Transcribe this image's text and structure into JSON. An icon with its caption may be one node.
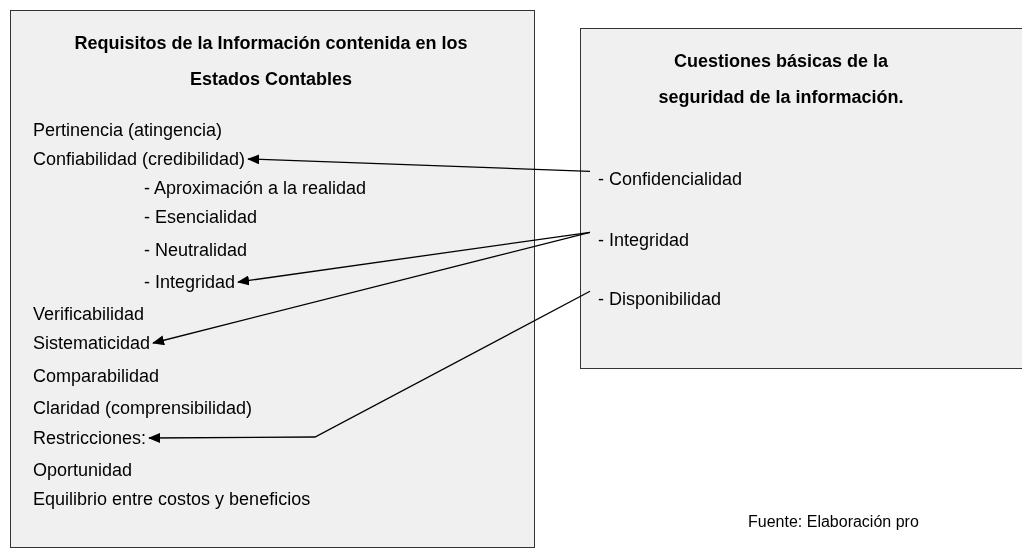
{
  "diagram": {
    "nodes": [
      {
        "text": [
          "Requisitos de la Información contenida en los Estados Contables"
        ]
      },
      {
        "text": [
          "Pertinencia (atingencia)"
        ],
        "in": 0
      },
      {
        "text": [
          "Confiabilidad (credibilidad)"
        ],
        "in": 0
      },
      {
        "text": [
          "- Aproximación a la realidad"
        ],
        "in": 0
      },
      {
        "text": [
          "- Esencialidad"
        ],
        "in": 0
      },
      {
        "text": [
          "- Neutralidad"
        ],
        "in": 0
      },
      {
        "text": [
          "- Integridad"
        ],
        "in": 0
      },
      {
        "text": [
          "Verificabilidad"
        ],
        "in": 0
      },
      {
        "text": [
          "Sistematicidad"
        ],
        "in": 0
      },
      {
        "text": [
          "Comparabilidad"
        ],
        "in": 0
      },
      {
        "text": [
          "Claridad (comprensibilidad)"
        ],
        "in": 0
      },
      {
        "text": [
          "Restricciones:"
        ],
        "in": 0
      },
      {
        "text": [
          "Oportunidad"
        ],
        "in": 0
      },
      {
        "text": [
          "Equilibrio entre costos y beneficios"
        ],
        "in": 0
      },
      {
        "text": [
          "Cuestiones básicas de la seguridad de la información."
        ]
      },
      {
        "text": [
          "- Confidencialidad"
        ],
        "in": 14
      },
      {
        "text": [
          "- Integridad"
        ],
        "in": 14
      },
      {
        "text": [
          "- Disponibilidad"
        ],
        "in": 14
      }
    ],
    "edges": [
      {
        "from": 15,
        "to": 2,
        "arrow": "to"
      },
      {
        "from": 16,
        "to": 6,
        "arrow": "to"
      },
      {
        "from": 16,
        "to": 8,
        "arrow": "to"
      },
      {
        "from": 17,
        "to": 11,
        "arrow": "to"
      }
    ],
    "labels": [
      "Fuente: Elaboración pro"
    ]
  }
}
